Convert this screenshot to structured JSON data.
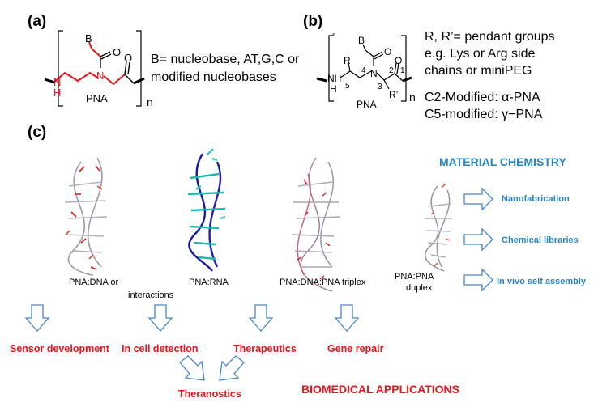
{
  "panel_a": {
    "label": "(a)",
    "text_line1": "B= nucleobase, AT,G,C or",
    "text_line2": "modified nucleobases",
    "atom_B": "B",
    "atom_O1": "O",
    "atom_O2": "O",
    "atom_N": "N",
    "atom_NH_N": "N",
    "atom_NH_H": "H",
    "name": "PNA",
    "subscript": "n"
  },
  "panel_b": {
    "label": "(b)",
    "text_line1": "R, R’= pendant groups",
    "text_line2": "e.g. Lys or Arg side",
    "text_line3": "chains or miniPEG",
    "text_line4": "C2-Modified: α-PNA",
    "text_line5": "C5-modified: γ−PNA",
    "atom_B": "B",
    "atom_O1": "O",
    "atom_O2": "O",
    "atom_R": "R",
    "atom_Rp": "R’",
    "atom_N": "N",
    "atom_NH": "NH",
    "atom_H": "H",
    "num1": "1",
    "num2": "2",
    "num3": "3",
    "num4": "4",
    "num5": "5",
    "name": "PNA",
    "subscript": "n",
    "dash": "-"
  },
  "panel_c": {
    "label": "(c)",
    "structures": [
      {
        "caption_line1": "PNA:DNA or",
        "caption_line2": "interactions"
      },
      {
        "caption_line1": "PNA:RNA"
      },
      {
        "caption_line1": "PNA:DNA:PNA triplex"
      },
      {
        "caption_line1": "PNA:PNA",
        "caption_line2": "duplex"
      }
    ],
    "material_chemistry": {
      "title": "MATERIAL CHEMISTRY",
      "items": [
        "Nanofabrication",
        "Chemical libraries",
        "In vivo self assembly"
      ]
    },
    "biomedical": {
      "title": "BIOMEDICAL APPLICATIONS",
      "items": [
        "Sensor development",
        "In cell detection",
        "Therapeutics",
        "Gene repair"
      ],
      "combined": "Theranostics"
    }
  },
  "colors": {
    "red": "#e8141c",
    "blue": "#2a84c4",
    "arrow_outline": "#4a86c8"
  }
}
